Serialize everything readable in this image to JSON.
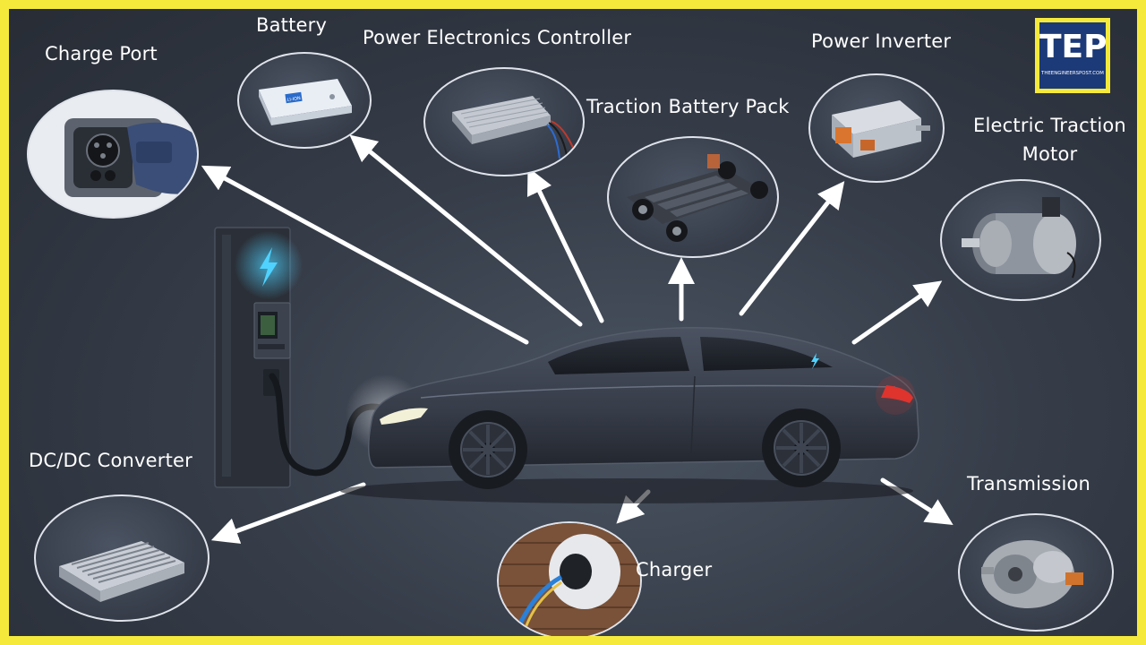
{
  "logo": {
    "text": "TEP",
    "subtitle": "THEENGINEERSPOST.COM"
  },
  "components": [
    {
      "id": "charge-port",
      "label": "Charge Port"
    },
    {
      "id": "battery",
      "label": "Battery"
    },
    {
      "id": "power-electronics-controller",
      "label": "Power Electronics Controller"
    },
    {
      "id": "traction-battery-pack",
      "label": "Traction Battery Pack"
    },
    {
      "id": "power-inverter",
      "label": "Power Inverter"
    },
    {
      "id": "electric-traction-motor",
      "label_line1": "Electric Traction",
      "label_line2": "Motor"
    },
    {
      "id": "dc-dc-converter",
      "label": "DC/DC Converter"
    },
    {
      "id": "charger",
      "label": "Charger"
    },
    {
      "id": "transmission",
      "label": "Transmission"
    }
  ],
  "battery_module_text": "LI-ION",
  "colors": {
    "border": "#f5ea3c",
    "background": "#2f353f",
    "logo_bg": "#1c3a78",
    "bolt": "#3cc4ff",
    "arrow": "#ffffff",
    "tail_light": "#e0332e",
    "car_body": "#3a404d"
  }
}
